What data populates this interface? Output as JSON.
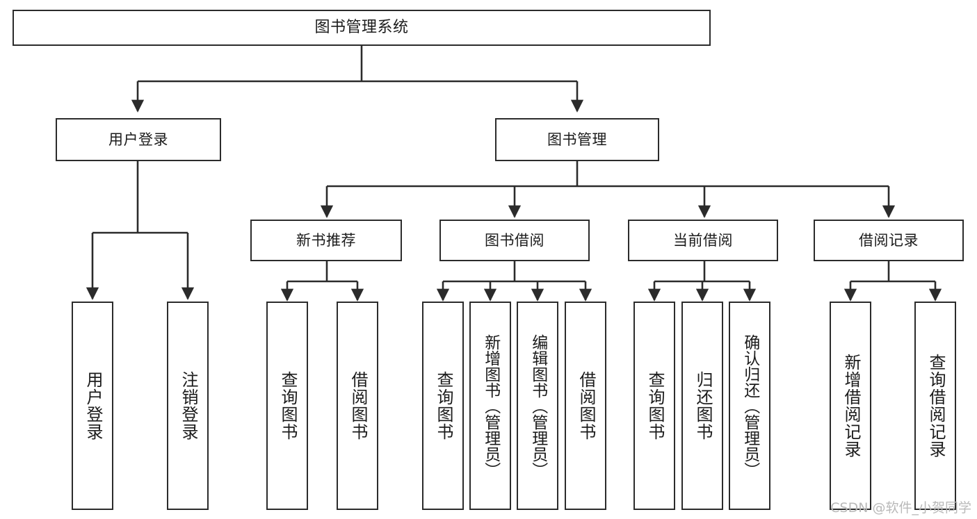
{
  "diagram": {
    "title": "图书管理系统",
    "type": "tree",
    "watermark": "CSDN @软件_小贺同学",
    "colors": {
      "border": "#2b2b2b",
      "background": "#ffffff",
      "text": "#1b1b1b",
      "connector": "#2b2b2b",
      "watermark": "#b9b9b9"
    },
    "nodes": {
      "root": {
        "label": "图书管理系统"
      },
      "level1": [
        {
          "label": "用户登录"
        },
        {
          "label": "图书管理"
        }
      ],
      "level2": [
        {
          "label": "新书推荐"
        },
        {
          "label": "图书借阅"
        },
        {
          "label": "当前借阅"
        },
        {
          "label": "借阅记录"
        }
      ],
      "leaves_user_login": [
        {
          "label": "用户登录"
        },
        {
          "label": "注销登录"
        }
      ],
      "leaves_new_books": [
        {
          "label": "查询图书"
        },
        {
          "label": "借阅图书"
        }
      ],
      "leaves_borrow": [
        {
          "label": "查询图书"
        },
        {
          "label": "新增图书（管理员）"
        },
        {
          "label": "编辑图书（管理员）"
        },
        {
          "label": "借阅图书"
        }
      ],
      "leaves_current": [
        {
          "label": "查询图书"
        },
        {
          "label": "归还图书"
        },
        {
          "label": "确认归还（管理员）"
        }
      ],
      "leaves_records": [
        {
          "label": "新增借阅记录"
        },
        {
          "label": "查询借阅记录"
        }
      ]
    }
  }
}
